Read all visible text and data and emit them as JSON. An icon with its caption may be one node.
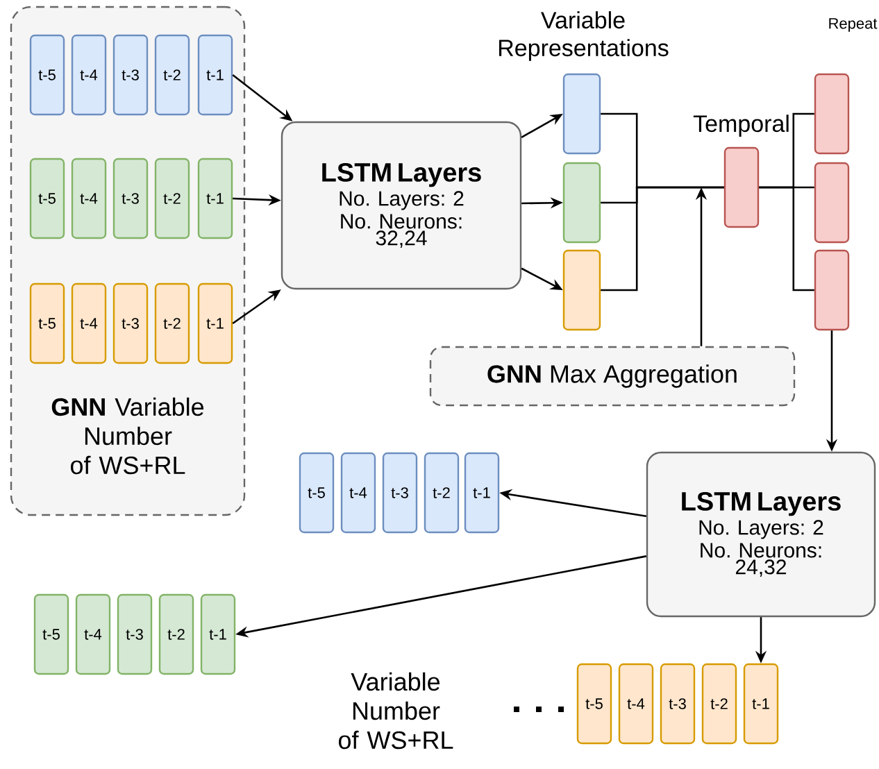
{
  "diagram": {
    "nodes": [
      {
        "text": [
          "**GNN** Variable Number of WS+RL"
        ]
      },
      {
        "text": [
          "t-5"
        ],
        "in": 0
      },
      {
        "text": [
          "t-4"
        ],
        "in": 0
      },
      {
        "text": [
          "t-3"
        ],
        "in": 0
      },
      {
        "text": [
          "t-2"
        ],
        "in": 0
      },
      {
        "text": [
          "t-1"
        ],
        "in": 0
      },
      {
        "text": [
          "t-5"
        ],
        "in": 0
      },
      {
        "text": [
          "t-4"
        ],
        "in": 0
      },
      {
        "text": [
          "t-3"
        ],
        "in": 0
      },
      {
        "text": [
          "t-2"
        ],
        "in": 0
      },
      {
        "text": [
          "t-1"
        ],
        "in": 0
      },
      {
        "text": [
          "t-5"
        ],
        "in": 0
      },
      {
        "text": [
          "t-4"
        ],
        "in": 0
      },
      {
        "text": [
          "t-3"
        ],
        "in": 0
      },
      {
        "text": [
          "t-2"
        ],
        "in": 0
      },
      {
        "text": [
          "t-1"
        ],
        "in": 0
      },
      {
        "text": [
          "LSTM Layers",
          "No. Layers: 2",
          "No. Neurons: 32,24"
        ]
      },
      {
        "text": [],
        "shape": "box"
      },
      {
        "text": [],
        "shape": "box"
      },
      {
        "text": [],
        "shape": "box"
      },
      {
        "text": [],
        "shape": "box",
        "beside": [
          "Temporal"
        ]
      },
      {
        "text": [],
        "shape": "box"
      },
      {
        "text": [],
        "shape": "box"
      },
      {
        "text": [],
        "shape": "box"
      },
      {
        "text": [
          "**GNN** Max Aggregation"
        ]
      },
      {
        "text": [
          "LSTM Layers",
          "No. Layers: 2",
          "No. Neurons: 24,32"
        ]
      },
      {
        "text": [
          "t-5"
        ]
      },
      {
        "text": [
          "t-4"
        ]
      },
      {
        "text": [
          "t-3"
        ]
      },
      {
        "text": [
          "t-2"
        ]
      },
      {
        "text": [
          "t-1"
        ]
      },
      {
        "text": [
          "t-5"
        ]
      },
      {
        "text": [
          "t-4"
        ]
      },
      {
        "text": [
          "t-3"
        ]
      },
      {
        "text": [
          "t-2"
        ]
      },
      {
        "text": [
          "t-1"
        ]
      },
      {
        "text": [
          "t-5"
        ]
      },
      {
        "text": [
          "t-4"
        ]
      },
      {
        "text": [
          "t-3"
        ]
      },
      {
        "text": [
          "t-2"
        ]
      },
      {
        "text": [
          "t-1"
        ]
      }
    ],
    "edges": [
      {
        "from": 5,
        "to": 16,
        "arrow": "to"
      },
      {
        "from": 10,
        "to": 16,
        "arrow": "to"
      },
      {
        "from": 15,
        "to": 16,
        "arrow": "to"
      },
      {
        "from": 16,
        "to": 17,
        "arrow": "to"
      },
      {
        "from": 16,
        "to": 18,
        "arrow": "to"
      },
      {
        "from": 16,
        "to": 19,
        "arrow": "to"
      },
      {
        "from": 17,
        "to": 20,
        "arrow": "none"
      },
      {
        "from": 18,
        "to": 20,
        "arrow": "none"
      },
      {
        "from": 19,
        "to": 20,
        "arrow": "none"
      },
      {
        "from": 24,
        "to": 20,
        "arrow": "to"
      },
      {
        "from": 20,
        "to": 21,
        "arrow": "none"
      },
      {
        "from": 20,
        "to": 22,
        "arrow": "none"
      },
      {
        "from": 20,
        "to": 23,
        "arrow": "none"
      },
      {
        "from": 23,
        "to": 25,
        "arrow": "to"
      },
      {
        "from": 25,
        "to": 30,
        "arrow": "to"
      },
      {
        "from": 25,
        "to": 35,
        "arrow": "to"
      },
      {
        "from": 25,
        "to": 40,
        "arrow": "to"
      }
    ],
    "labels": [
      "Variable Representations",
      "Repeat",
      "Variable Number of WS+RL"
    ]
  }
}
